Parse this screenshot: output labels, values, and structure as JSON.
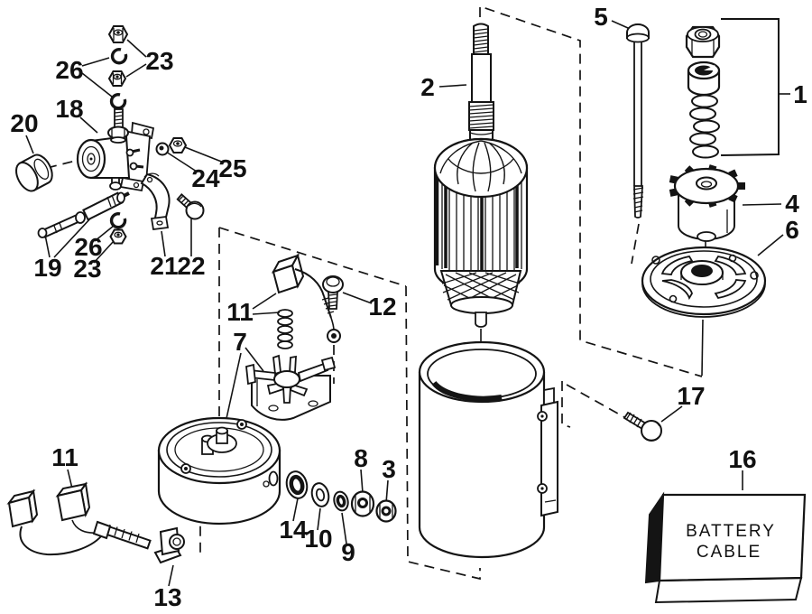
{
  "figure": {
    "background_color": "#ffffff",
    "line_color": "#141414"
  },
  "battery_cable": {
    "line1": "BATTERY",
    "line2": "CABLE"
  },
  "callouts": [
    {
      "number": "5"
    },
    {
      "number": "1"
    },
    {
      "number": "2"
    },
    {
      "number": "4"
    },
    {
      "number": "6"
    },
    {
      "number": "17"
    },
    {
      "number": "16"
    },
    {
      "number": "23"
    },
    {
      "number": "26"
    },
    {
      "number": "18"
    },
    {
      "number": "20"
    },
    {
      "number": "24"
    },
    {
      "number": "25"
    },
    {
      "number": "19"
    },
    {
      "number": "26"
    },
    {
      "number": "23"
    },
    {
      "number": "21"
    },
    {
      "number": "22"
    },
    {
      "number": "11"
    },
    {
      "number": "12"
    },
    {
      "number": "7"
    },
    {
      "number": "8"
    },
    {
      "number": "3"
    },
    {
      "number": "14"
    },
    {
      "number": "10"
    },
    {
      "number": "9"
    },
    {
      "number": "11"
    },
    {
      "number": "13"
    }
  ]
}
